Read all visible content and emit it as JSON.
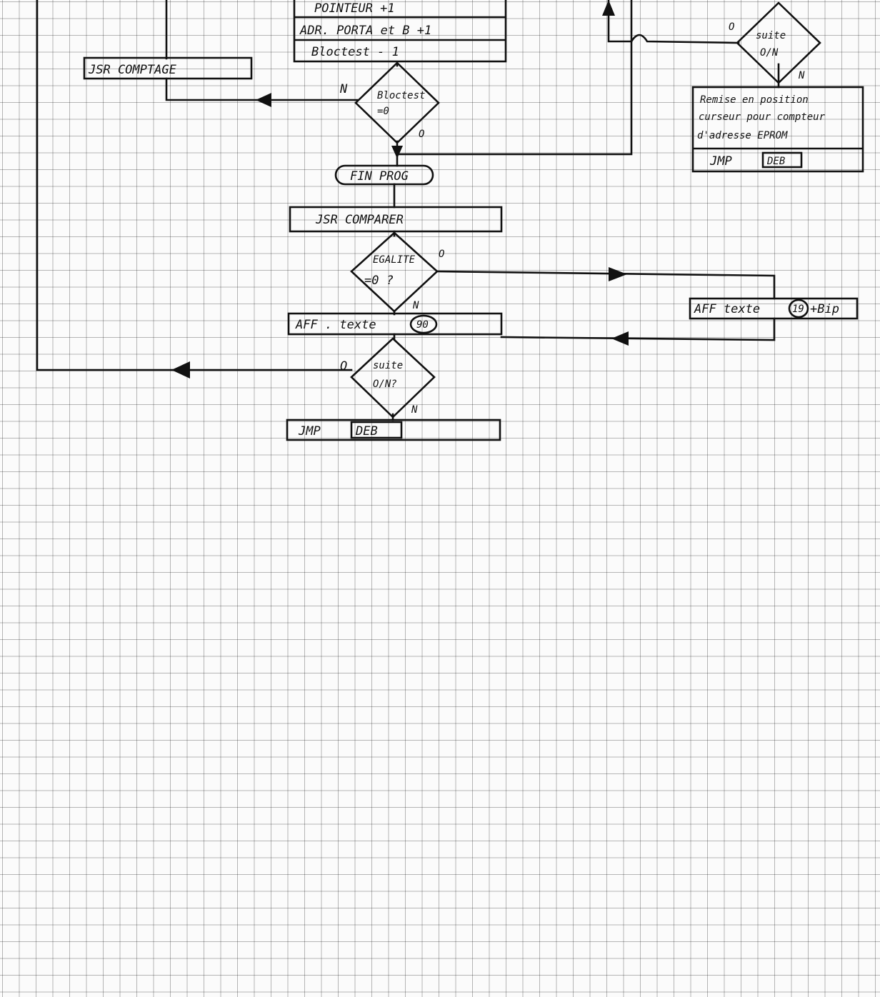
{
  "boxes": {
    "pointeur": "POINTEUR +1",
    "adr_porta": "ADR. PORTA et B +1",
    "bloctest_minus": "Bloctest  - 1",
    "jsr_comptage": "JSR COMPTAGE",
    "fin_prog": "FIN PROG",
    "jsr_comparer": "JSR  COMPARER",
    "aff_texte_90_label": "AFF . texte",
    "aff_texte_90_num": "90",
    "aff_texte_19_label": "AFF texte",
    "aff_texte_19_num": "19",
    "aff_texte_19_suffix": "+Bip",
    "jmp_label": "JMP",
    "jmp_target": "DEB",
    "remise_line1": "Remise en position",
    "remise_line2": "curseur pour compteur",
    "remise_line3": "d'adresse EPROM",
    "jmp2_label": "JMP",
    "jmp2_target": "DEB"
  },
  "decisions": {
    "bloctest_line1": "Bloctest",
    "bloctest_line2": "=0",
    "egalite_line1": "EGALITE",
    "egalite_line2": "=0 ?",
    "suite_bottom_line1": "suite",
    "suite_bottom_line2": "O/N?",
    "suite_top_line1": "suite",
    "suite_top_line2": "O/N"
  },
  "branch_labels": {
    "bloctest_no": "N",
    "bloctest_yes": "O",
    "egalite_yes": "O",
    "egalite_no": "N",
    "suite_bottom_yes": "O",
    "suite_bottom_no": "N",
    "suite_top_yes": "O",
    "suite_top_no": "N"
  }
}
